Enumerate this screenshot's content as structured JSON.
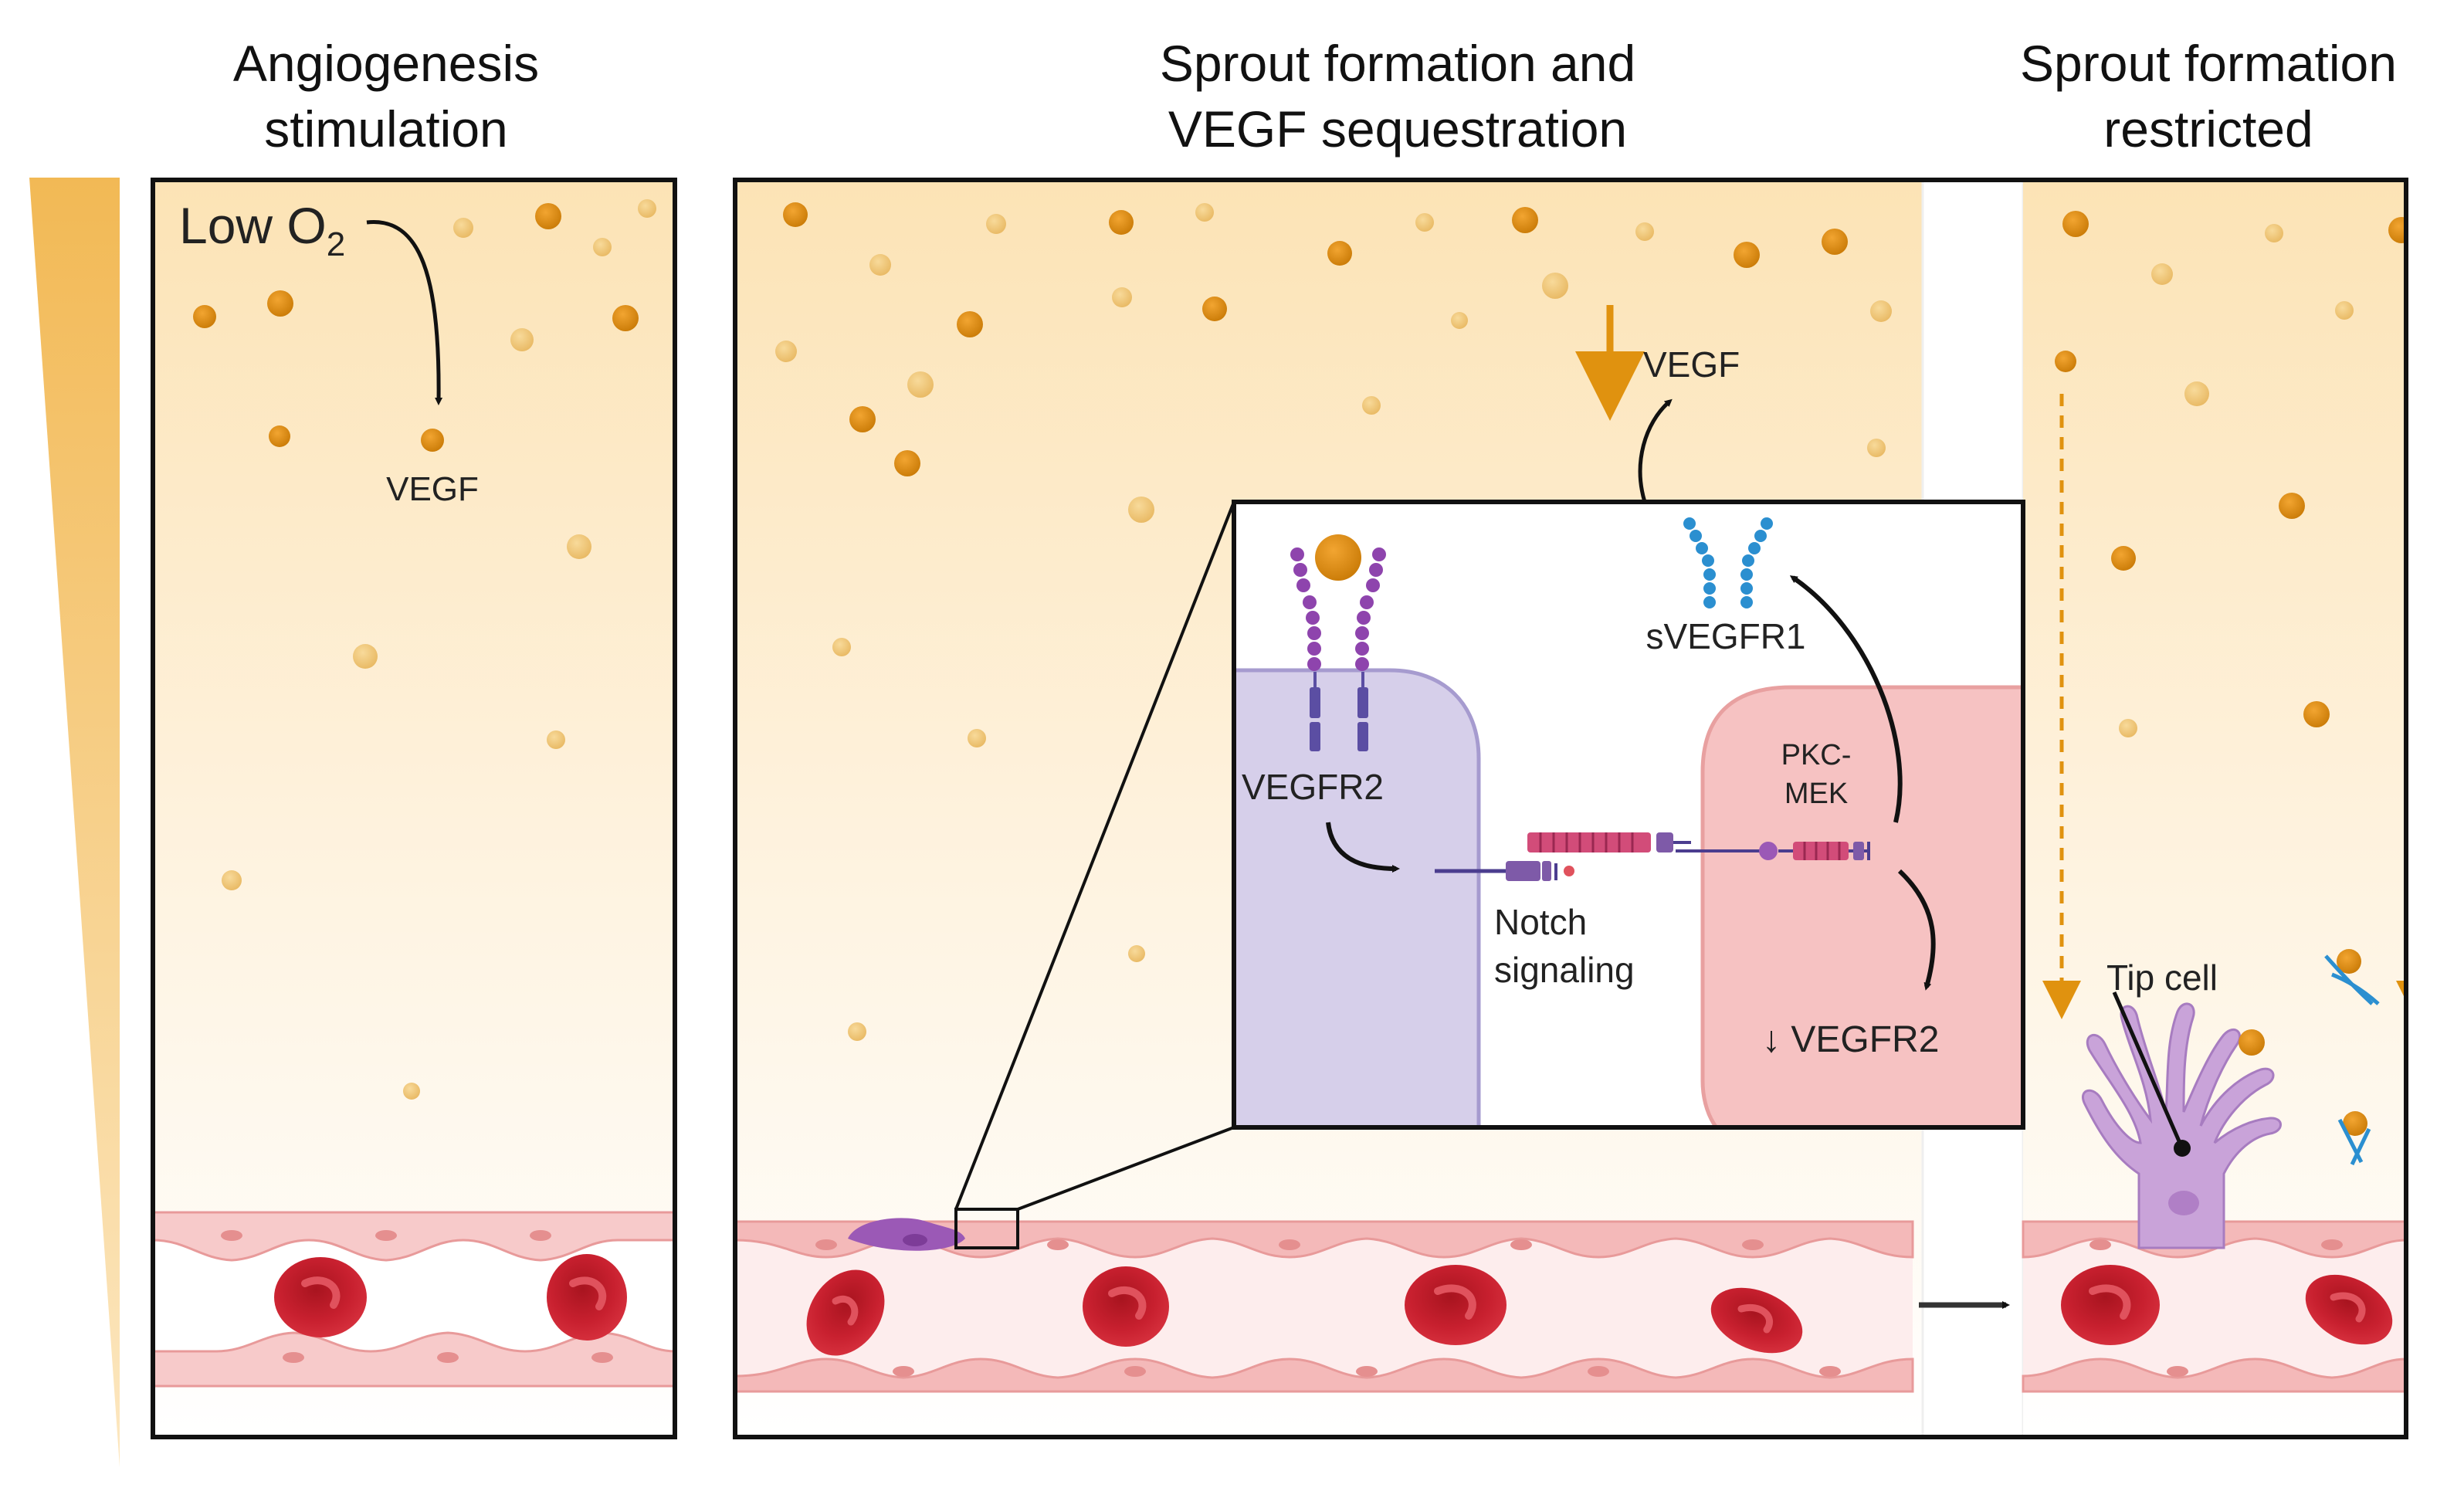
{
  "panels": {
    "left_title": [
      "Angiogenesis",
      "stimulation"
    ],
    "middle_title": [
      "Sprout formation and",
      "VEGF sequestration"
    ],
    "right_title": [
      "Sprout formation",
      "restricted"
    ]
  },
  "labels": {
    "low_o2": "Low O",
    "low_o2_sub": "2",
    "vegf_left": "VEGF",
    "vegf_middle": "VEGF",
    "svegfr1": "sVEGFR1",
    "vegfr2": "VEGFR2",
    "pkc": "PKC-",
    "mek": "MEK",
    "notch_1": "Notch",
    "notch_2": "signaling",
    "down_vegfr2": "↓ VEGFR2",
    "tip_cell": "Tip cell"
  },
  "colors": {
    "vegf_dark": "#D98A0C",
    "vegf_light": "#F0C66E",
    "gradient_top": "#FCE3B5",
    "vessel_pink": "#F4B9B9",
    "rbc_red": "#C8202F",
    "stalk_cell": "#D6CFEA",
    "tip_cell": "#C9A3D9",
    "signaling_cell": "#F6C2C2",
    "svegfr1_blue": "#2B8FD0"
  }
}
